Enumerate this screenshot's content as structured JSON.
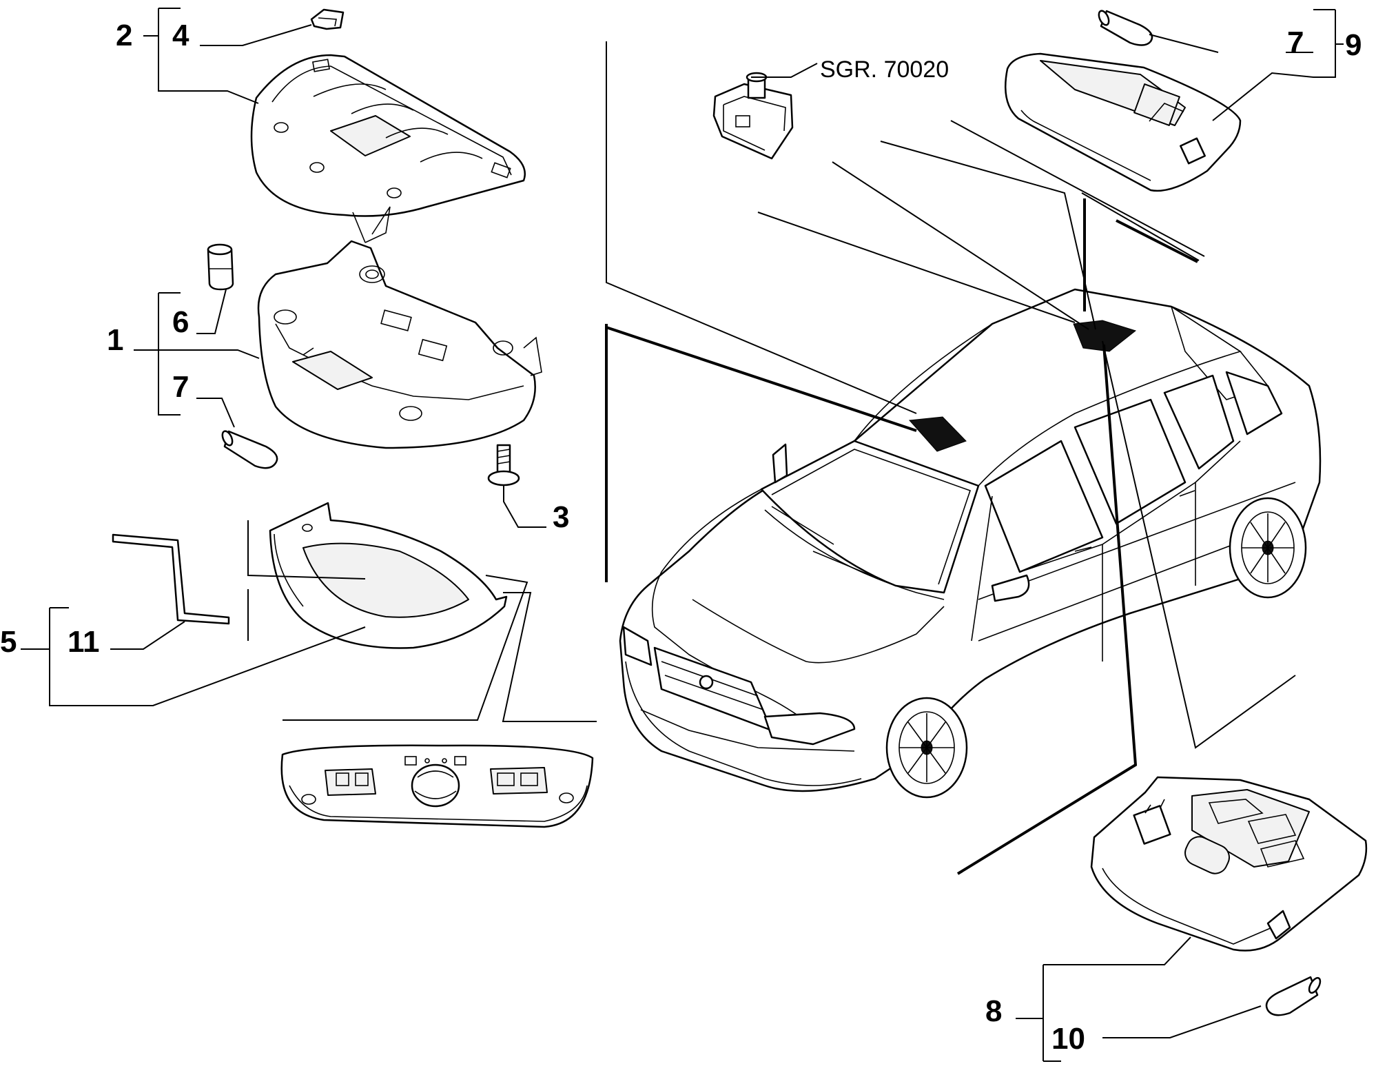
{
  "labels": {
    "l1": "1",
    "l2": "2",
    "l3": "3",
    "l4": "4",
    "l5": "5",
    "l6": "6",
    "l7a": "7",
    "l7b": "7",
    "l8": "8",
    "l9": "9",
    "l10": "10",
    "l11": "11"
  },
  "reference": "SGR. 70020"
}
